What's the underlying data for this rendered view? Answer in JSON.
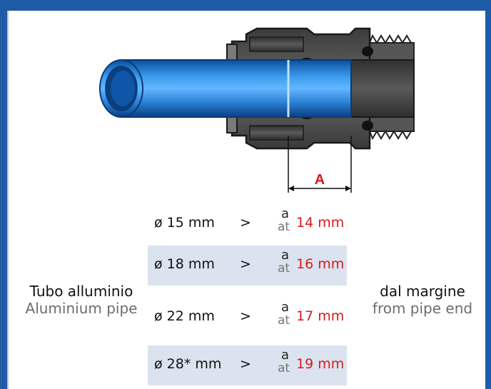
{
  "diagram": {
    "dimension_label": "A",
    "left_label": {
      "it": "Tubo alluminio",
      "en": "Aluminium pipe"
    },
    "right_label": {
      "it": "dal margine",
      "en": "from pipe end"
    },
    "rows": [
      {
        "diameter": "ø 15 mm",
        "sep": ">",
        "a_it": "a",
        "a_en": "at",
        "value": "14 mm"
      },
      {
        "diameter": "ø 18 mm",
        "sep": ">",
        "a_it": "a",
        "a_en": "at",
        "value": "16 mm"
      },
      {
        "diameter": "ø 22 mm",
        "sep": ">",
        "a_it": "a",
        "a_en": "at",
        "value": "17 mm"
      },
      {
        "diameter": "ø 28* mm",
        "sep": ">",
        "a_it": "a",
        "a_en": "at",
        "value": "19 mm"
      }
    ]
  },
  "colors": {
    "frame": "#1f5aa6",
    "pipe": "#2a7fd4",
    "fitting": "#4a4a4a",
    "value": "#d61b1b",
    "row_shade": "#dbe3f0"
  }
}
